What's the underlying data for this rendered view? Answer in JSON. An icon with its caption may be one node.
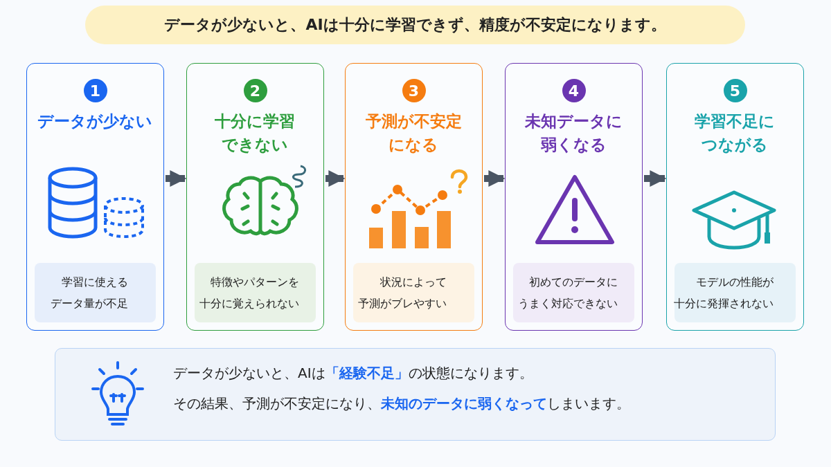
{
  "diagram": {
    "title": "データが少ないと、AIは十分に学習できず、精度が不安定になります。",
    "nodes": [
      {
        "text": [
          "1",
          "データが少ない"
        ]
      },
      {
        "text": [
          "学習に使えるデータ量が不足"
        ],
        "in": 0
      },
      {
        "text": [
          "2",
          "十分に学習できない"
        ]
      },
      {
        "text": [
          "特徴やパターンを十分に覚えられない"
        ],
        "in": 2
      },
      {
        "text": [
          "3",
          "予測が不安定になる"
        ]
      },
      {
        "text": [
          "状況によって予測がブレやすい"
        ],
        "in": 4
      },
      {
        "text": [
          "4",
          "未知データに弱くなる"
        ]
      },
      {
        "text": [
          "初めてのデータにうまく対応できない"
        ],
        "in": 6
      },
      {
        "text": [
          "5",
          "学習不足につながる"
        ]
      },
      {
        "text": [
          "モデルの性能が十分に発揮されない"
        ],
        "in": 8
      },
      {
        "text": [
          "データが少ないと、AIは**「経験不足」**の状態になります。",
          "その結果、予測が不安定になり、**未知のデータに弱くなって**しまいます。"
        ]
      }
    ],
    "edges": [
      {
        "from": 0,
        "to": 2,
        "arrow": "to"
      },
      {
        "from": 2,
        "to": 4,
        "arrow": "to"
      },
      {
        "from": 4,
        "to": 6,
        "arrow": "to"
      },
      {
        "from": 6,
        "to": 8,
        "arrow": "to"
      }
    ]
  }
}
